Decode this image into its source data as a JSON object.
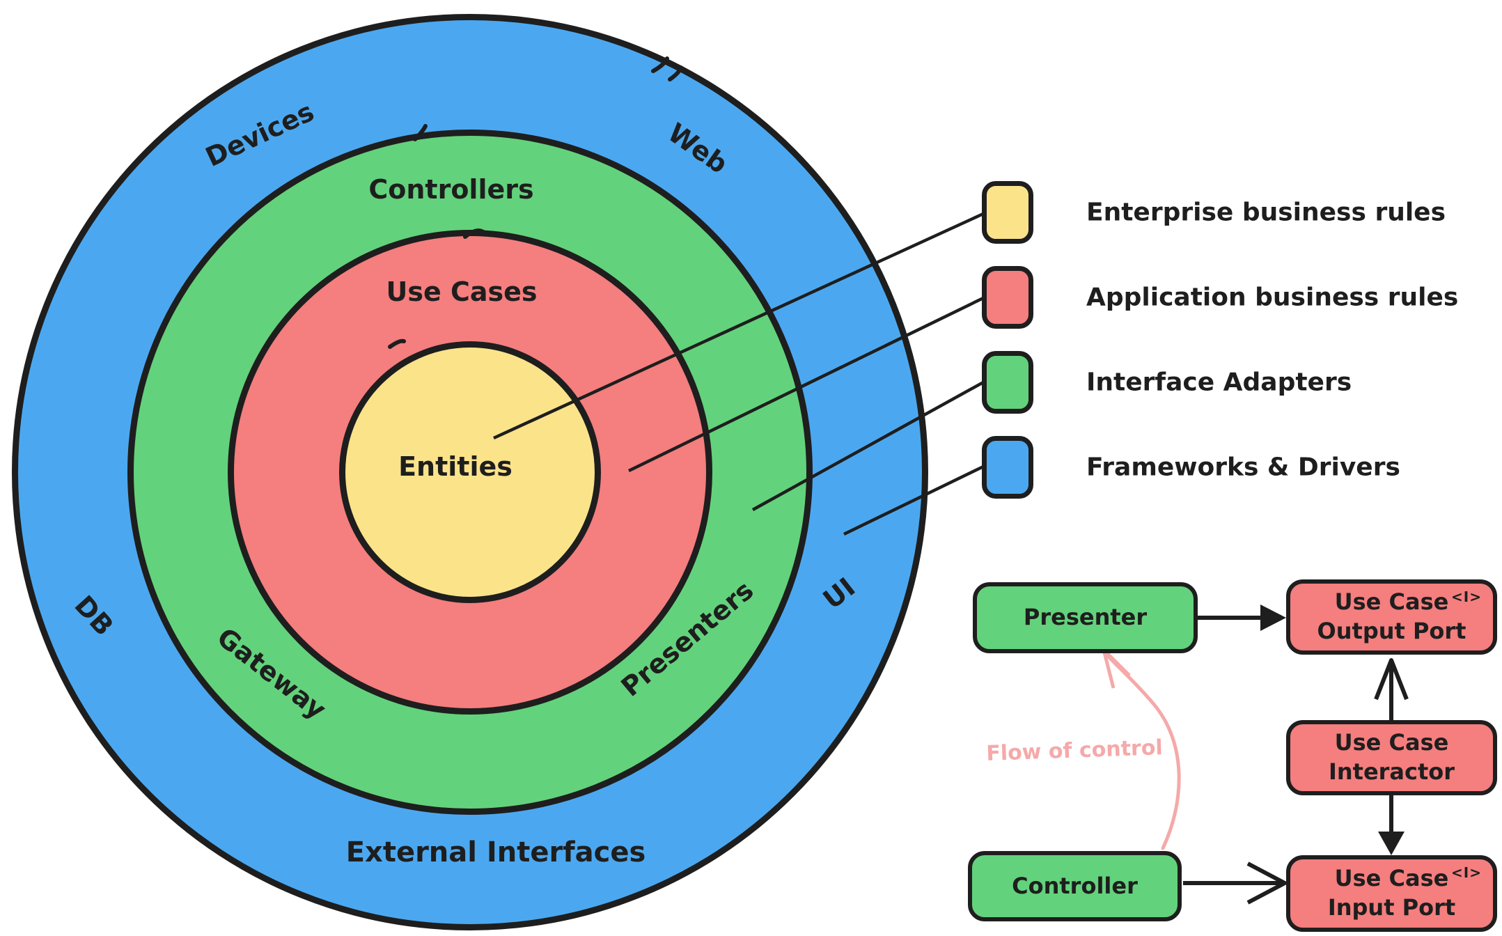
{
  "ink": "#1e1e1e",
  "background": "#ffffff",
  "legend": {
    "items": [
      {
        "label": "Enterprise business rules",
        "color": "#FBE38A"
      },
      {
        "label": "Application business rules",
        "color": "#F57E7E"
      },
      {
        "label": "Interface Adapters",
        "color": "#63D27C"
      },
      {
        "label": "Frameworks & Drivers",
        "color": "#4BA8F0"
      }
    ]
  },
  "onion": {
    "labels": {
      "entities": "Entities",
      "use_cases": "Use Cases",
      "controllers": "Controllers",
      "gateway": "Gateway",
      "presenters": "Presenters",
      "devices": "Devices",
      "web": "Web",
      "db": "DB",
      "ui": "UI",
      "external_interfaces": "External Interfaces"
    }
  },
  "flow": {
    "presenter": "Presenter",
    "controller": "Controller",
    "output_port_line1": "Use Case",
    "output_port_line2": "Output Port",
    "interactor_line1": "Use Case",
    "interactor_line2": "Interactor",
    "input_port_line1": "Use Case",
    "input_port_line2": "Input Port",
    "interface_marker": "<I>",
    "flow_of_control_label": "Flow of control",
    "flow_arrow_color": "#F5A9A9"
  }
}
